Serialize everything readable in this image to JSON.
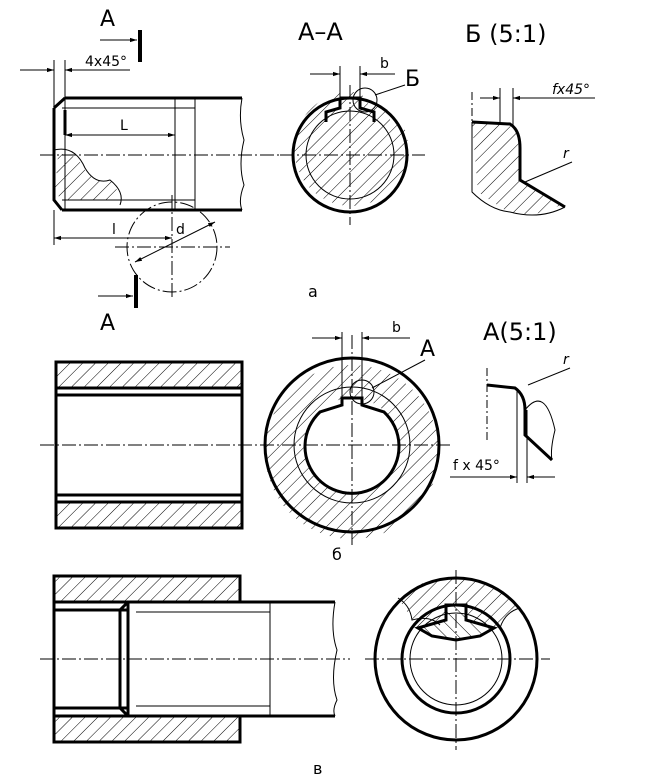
{
  "figure_a": {
    "section_mark": "A",
    "section_mark_bottom": "A",
    "chamfer_label": "4x45°",
    "length_L": "L",
    "length_l": "l",
    "diameter_d": "d",
    "section_title": "A–A",
    "width_b": "b",
    "detail_ref": "Б",
    "detail_title": "Б (5:1)",
    "detail_chamfer": "fx45°",
    "detail_radius": "r",
    "caption": "а"
  },
  "figure_b": {
    "width_b": "b",
    "detail_ref": "A",
    "detail_title": "A(5:1)",
    "detail_radius": "r",
    "detail_chamfer": "f x 45°",
    "caption": "б"
  },
  "figure_c": {
    "caption": "в"
  },
  "colors": {
    "line": "#000000",
    "background": "#ffffff"
  }
}
